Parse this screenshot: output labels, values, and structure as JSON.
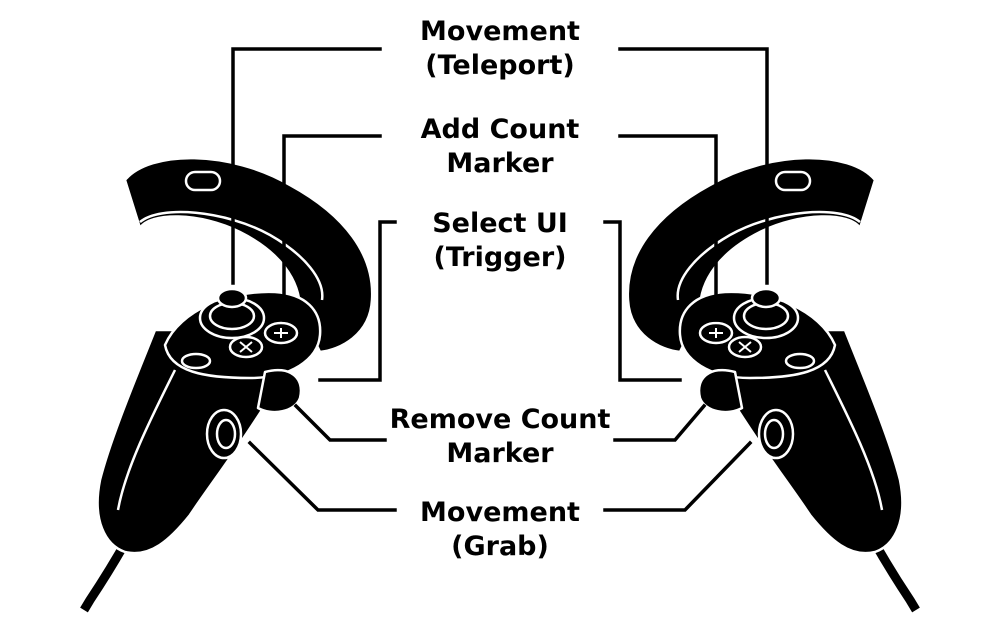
{
  "colors": {
    "background": "#ffffff",
    "controller_fill": "#000000",
    "controller_outline": "#ffffff",
    "leader_line": "#000000",
    "text": "#000000"
  },
  "labels": {
    "movement_teleport": {
      "line1": "Movement",
      "line2": "(Teleport)"
    },
    "add_count_marker": {
      "line1": "Add Count",
      "line2": "Marker"
    },
    "select_ui": {
      "line1": "Select UI",
      "line2": "(Trigger)"
    },
    "remove_count_marker": {
      "line1": "Remove Count",
      "line2": "Marker"
    },
    "movement_grab": {
      "line1": "Movement",
      "line2": "(Grab)"
    }
  },
  "icons": {
    "left_controller": "vr-controller-left-icon",
    "right_controller": "vr-controller-right-icon"
  }
}
